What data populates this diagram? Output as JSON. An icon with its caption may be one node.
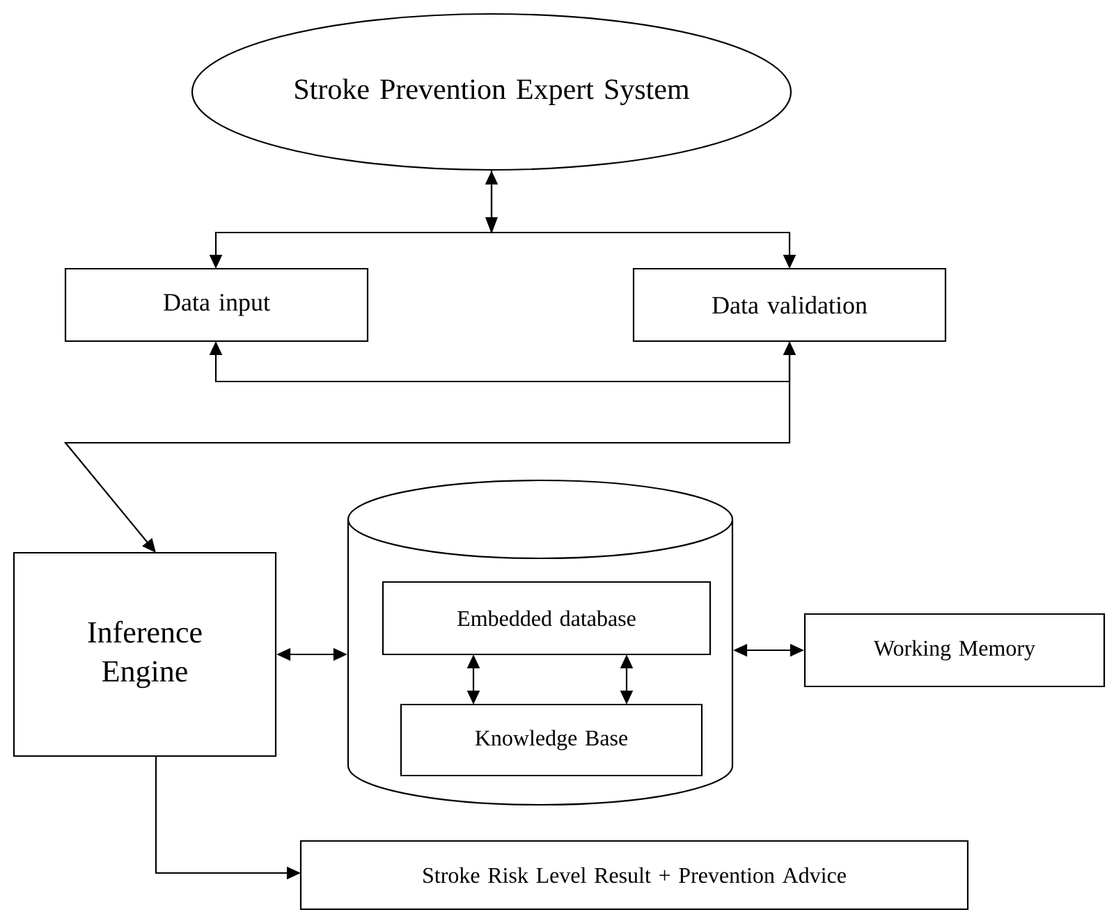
{
  "diagram": {
    "nodes": [
      {
        "text": [
          "Stroke Prevention Expert System"
        ]
      },
      {
        "text": [
          "Data input"
        ]
      },
      {
        "text": [
          "Data validation"
        ]
      },
      {
        "text": [
          "Inference Engine"
        ]
      },
      {
        "text": [],
        "shape": "cylinder"
      },
      {
        "text": [
          "Embedded database"
        ],
        "in": 4
      },
      {
        "text": [
          "Knowledge Base"
        ],
        "in": 4
      },
      {
        "text": [
          "Working Memory"
        ]
      },
      {
        "text": [
          "Stroke Risk Level Result + Prevention Advice"
        ]
      }
    ],
    "edges": [
      {
        "from": 0,
        "to": 1,
        "arrow": "both"
      },
      {
        "from": 0,
        "to": 2,
        "arrow": "to"
      },
      {
        "from": 2,
        "to": 1,
        "arrow": "both"
      },
      {
        "from": 2,
        "to": 3,
        "arrow": "to"
      },
      {
        "from": 3,
        "to": 4,
        "arrow": "both"
      },
      {
        "from": 5,
        "to": 6,
        "arrow": "both"
      },
      {
        "from": 5,
        "to": 6,
        "arrow": "both"
      },
      {
        "from": 4,
        "to": 7,
        "arrow": "both"
      },
      {
        "from": 3,
        "to": 8,
        "arrow": "to"
      }
    ]
  }
}
